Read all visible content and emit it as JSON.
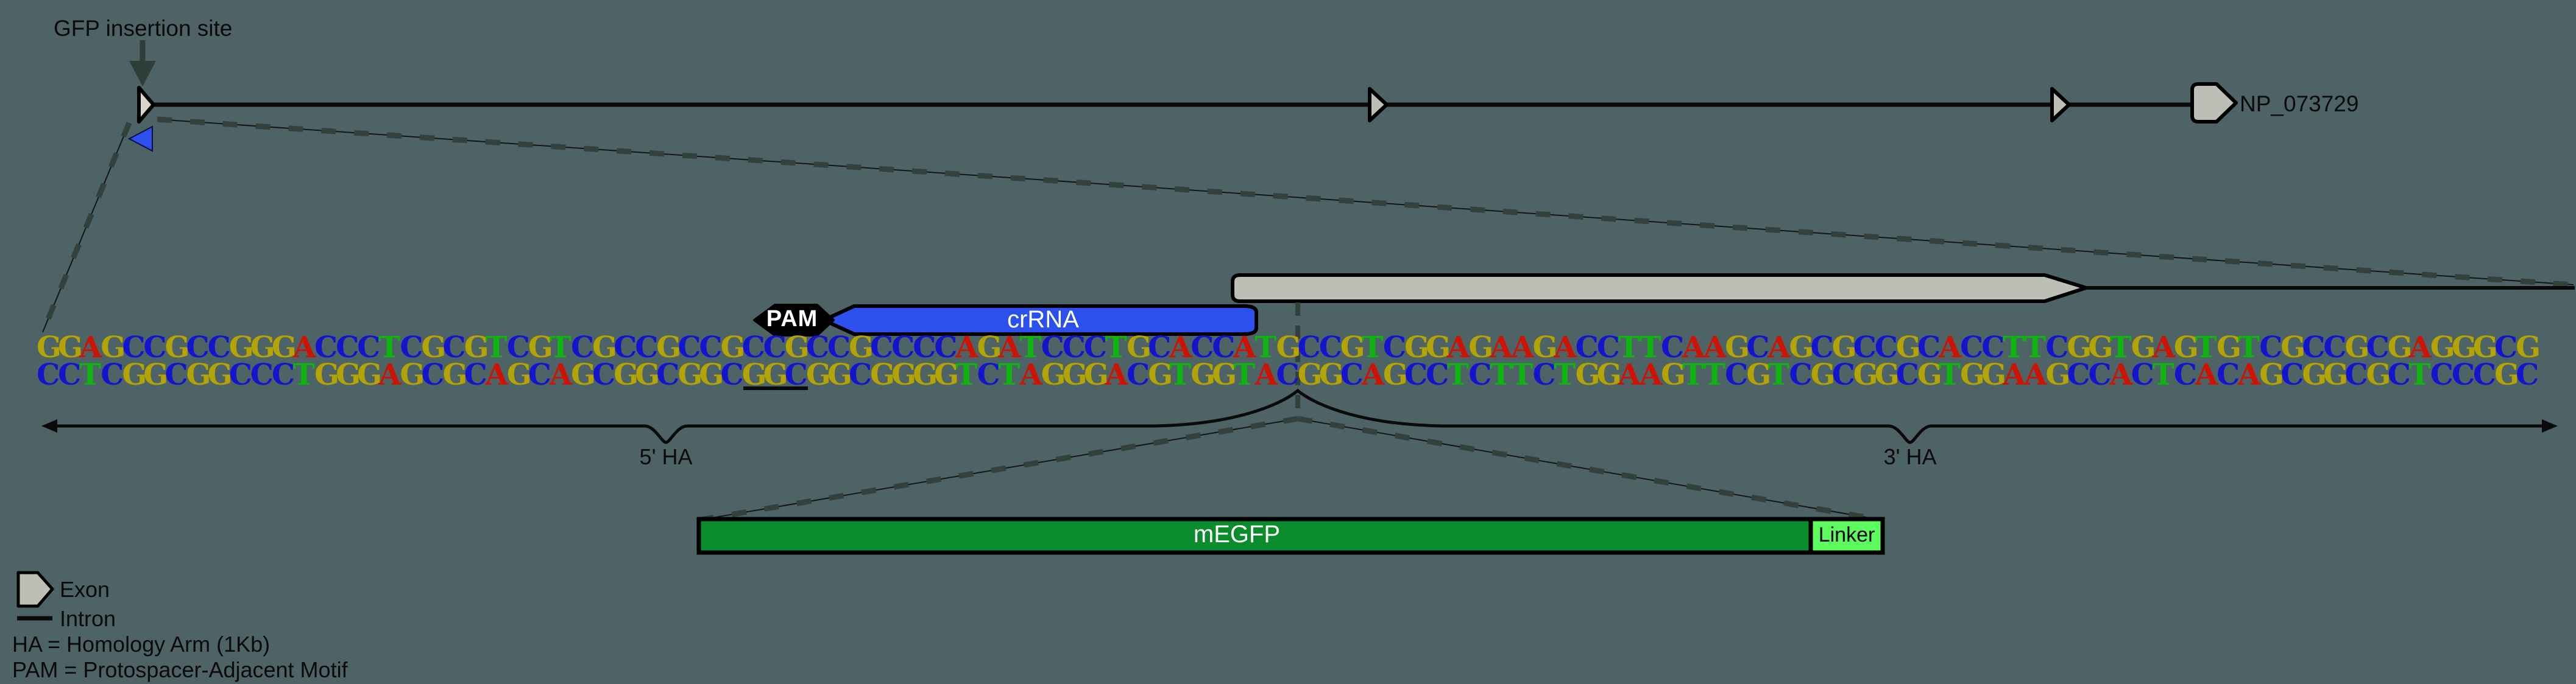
{
  "title": "GFP insertion site",
  "gene": {
    "transcript_label": "NP_073729",
    "exon_count": 4
  },
  "annotations": {
    "pam_label": "PAM",
    "crrna_label": "crRNA",
    "five_prime_ha_label": "5' HA",
    "three_prime_ha_label": "3' HA",
    "megfp_label": "mEGFP",
    "linker_label": "Linker"
  },
  "sequence": {
    "top_strand": "GGAGCCGCCGGGACCCTCGCGTCGTCGCCGCCGCCGCCGCCCCAGATCCCTGCACCATGCCGTCGGAGAAGACCTTCAAGCAGCGCCGCACCTTCGGTGAGTGTCGCCGCGAGGGCG",
    "bottom_strand": "CCTCGGCGGCCCTGGGAGCGCAGCAGCGGCGGCGGCGGCGGGGTCTAGGGACGTGGTACGGCAGCCTCTTCTGGAAGTTCGTCGCGGCGTGGAAGCCACTCACAGCGGCGCTCCCGC",
    "underline_strand": "bottom",
    "underline_start_base": 34,
    "underline_end_base": 36,
    "insertion_between_top_bases": [
      59,
      60
    ]
  },
  "base_colors": {
    "A": "#cc1405",
    "C": "#1414cc",
    "G": "#b3a305",
    "T": "#0fb50f"
  },
  "palette": {
    "background": "#4e6366",
    "crrna_blue": "#2b50ee",
    "exon_gray": "#bcbfb5",
    "exon1_fill": "#d8d5c8",
    "megfp_green": "#0a8c2d",
    "linker_green": "#5dfb5d",
    "pam_black": "#000000",
    "dark_arrow": "#2f3d38",
    "line_black": "#0a0a0a"
  },
  "legend": {
    "exon_label": "Exon",
    "intron_label": "Intron",
    "note_ha": "HA = Homology Arm (1Kb)",
    "note_pam": "PAM = Protospacer-Adjacent Motif"
  }
}
